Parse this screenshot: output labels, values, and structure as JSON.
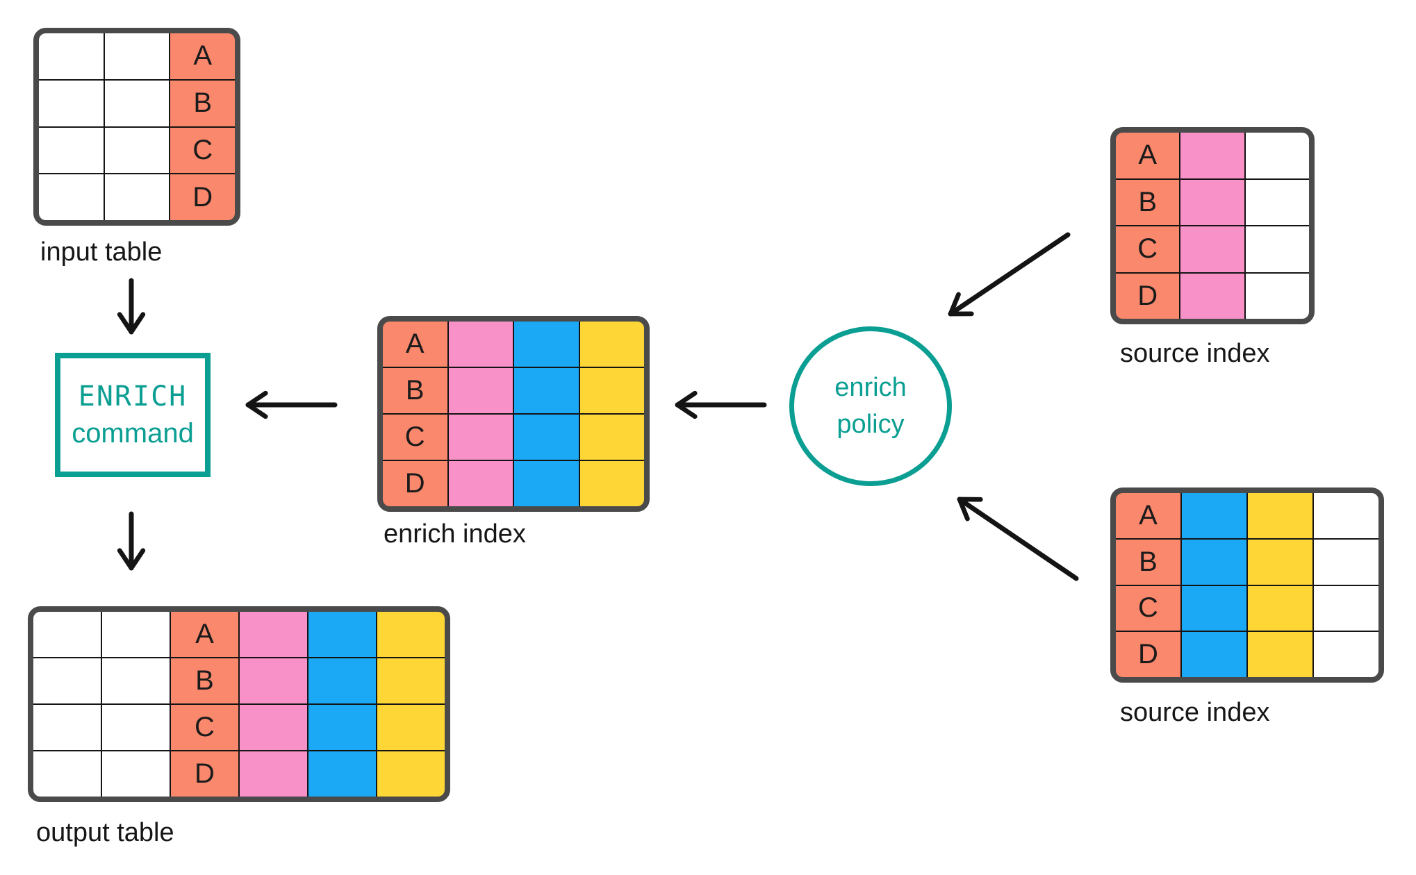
{
  "colors": {
    "salmon": "#F9886C",
    "pink": "#F791C8",
    "blue": "#1BA9F5",
    "yellow": "#FED636",
    "white": "#FFFFFF",
    "teal": "#0B9E92",
    "table_border": "#4A4A4A",
    "grid_line": "#141414",
    "arrow": "#141414",
    "label_text": "#161616"
  },
  "nodes": {
    "input_table": {
      "label": "input table",
      "columns": [
        "white",
        "white",
        "salmon"
      ],
      "letter_col": 2,
      "letters": [
        "A",
        "B",
        "C",
        "D"
      ]
    },
    "enrich_command": {
      "line1": "ENRICH",
      "line2": "command"
    },
    "output_table": {
      "label": "output table",
      "columns": [
        "white",
        "white",
        "salmon",
        "pink",
        "blue",
        "yellow"
      ],
      "letter_col": 2,
      "letters": [
        "A",
        "B",
        "C",
        "D"
      ]
    },
    "enrich_index": {
      "label": "enrich index",
      "columns": [
        "salmon",
        "pink",
        "blue",
        "yellow"
      ],
      "letter_col": 0,
      "letters": [
        "A",
        "B",
        "C",
        "D"
      ]
    },
    "enrich_policy": {
      "line1": "enrich",
      "line2": "policy"
    },
    "source_index_top": {
      "label": "source index",
      "columns": [
        "salmon",
        "pink",
        "white"
      ],
      "letter_col": 0,
      "letters": [
        "A",
        "B",
        "C",
        "D"
      ]
    },
    "source_index_bottom": {
      "label": "source index",
      "columns": [
        "salmon",
        "blue",
        "yellow",
        "white"
      ],
      "letter_col": 0,
      "letters": [
        "A",
        "B",
        "C",
        "D"
      ]
    }
  }
}
